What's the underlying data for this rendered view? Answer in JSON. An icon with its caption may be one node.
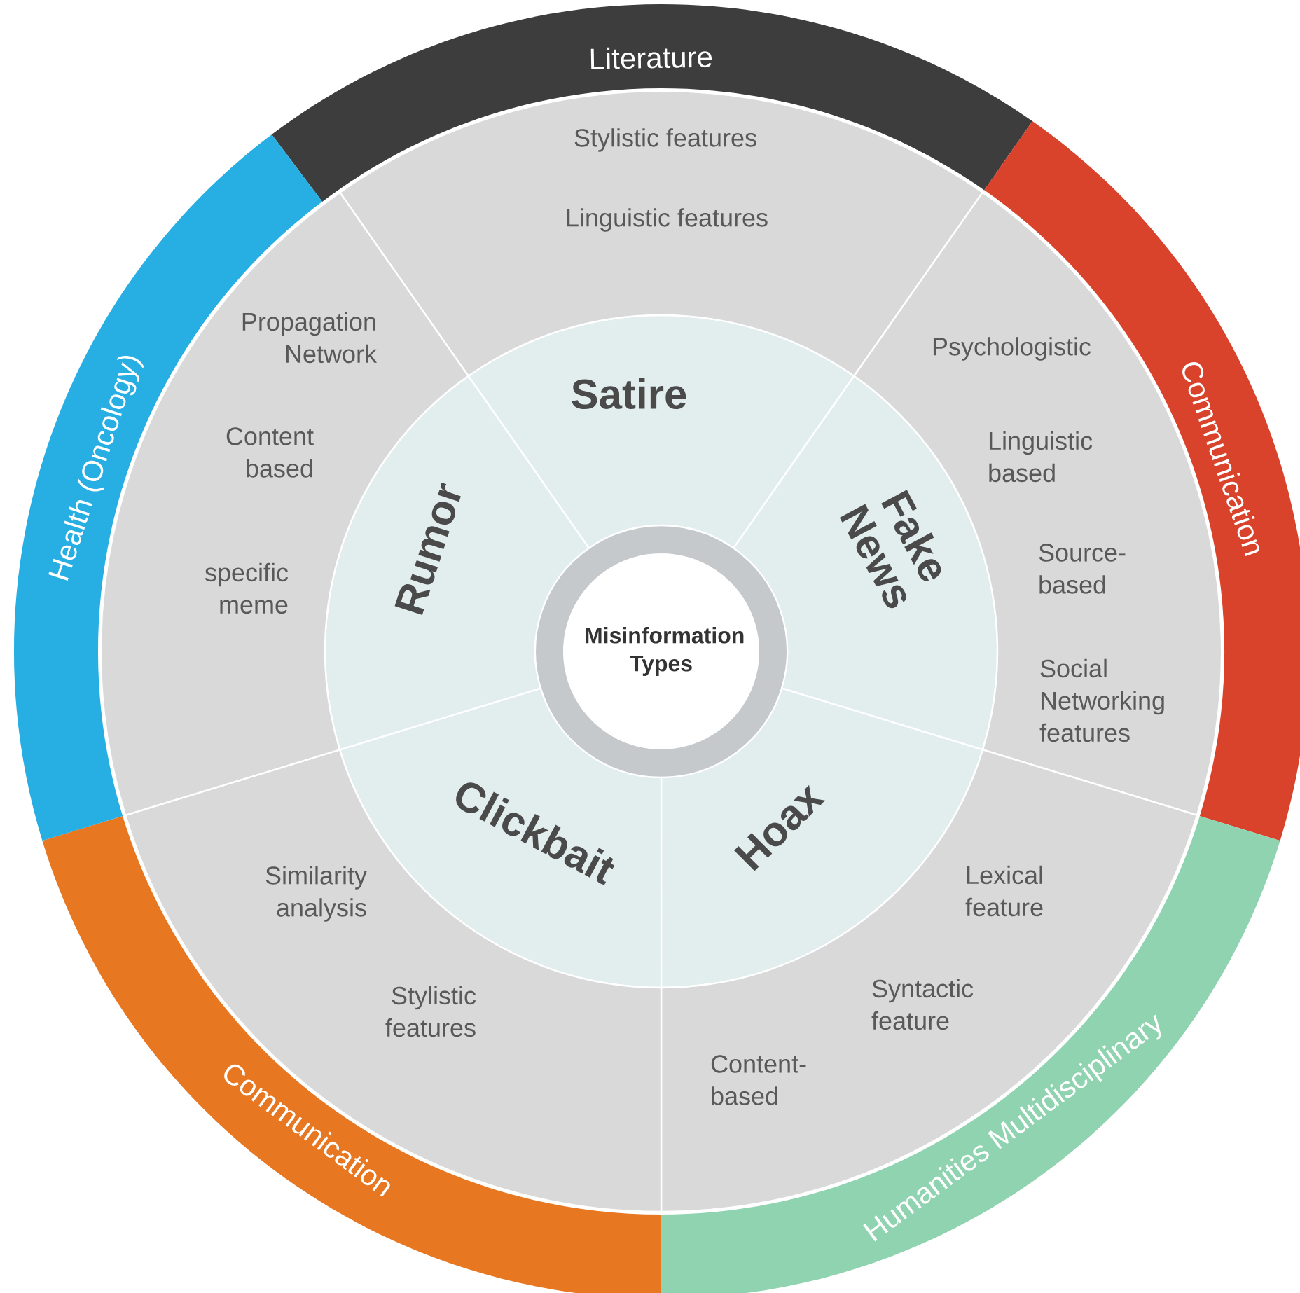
{
  "diagram": {
    "nodes": [
      {
        "text": [
          "Misinformation Types"
        ]
      },
      {
        "text": [
          "Satire"
        ]
      },
      {
        "text": [
          "Fake News"
        ]
      },
      {
        "text": [
          "Hoax"
        ]
      },
      {
        "text": [
          "Clickbait"
        ]
      },
      {
        "text": [
          "Rumor"
        ]
      },
      {
        "text": [
          "Stylistic features",
          "Linguistic features"
        ]
      },
      {
        "text": [
          "Psychologistic",
          "Linguistic based",
          "Source-based",
          "Social Networking features"
        ]
      },
      {
        "text": [
          "Lexical feature",
          "Syntactic feature",
          "Content-based"
        ]
      },
      {
        "text": [
          "Similarity analysis",
          "Stylistic features"
        ]
      },
      {
        "text": [
          "Propagation Network",
          "Content based",
          "specific meme"
        ]
      },
      {
        "text": [
          "Literature"
        ]
      },
      {
        "text": [
          "Communication"
        ]
      },
      {
        "text": [
          "Humanities Multidisciplinary"
        ]
      },
      {
        "text": [
          "Communication"
        ]
      },
      {
        "text": [
          "Health (Oncology)"
        ]
      }
    ]
  }
}
